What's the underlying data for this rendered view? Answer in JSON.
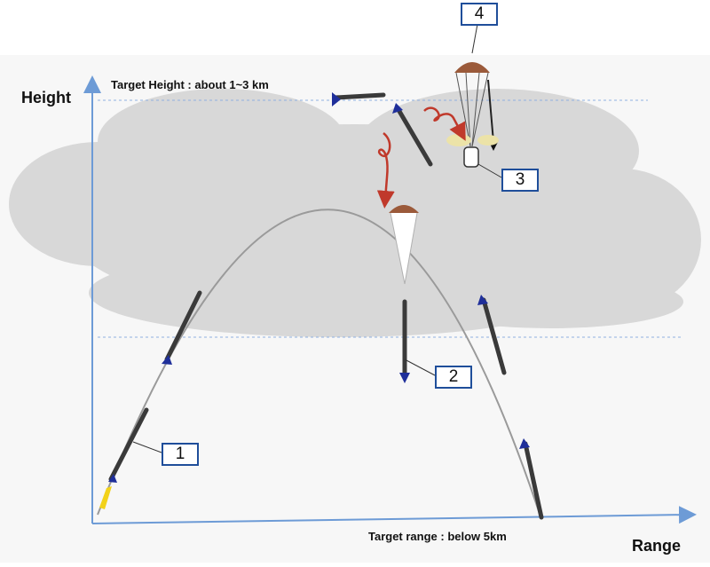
{
  "axes": {
    "y_label": "Height",
    "x_label": "Range"
  },
  "notes": {
    "target_height": "Target Height : about 1~3 km",
    "target_range": "Target range : below 5km"
  },
  "markers": [
    {
      "id": "1",
      "label": "1"
    },
    {
      "id": "2",
      "label": "2"
    },
    {
      "id": "3",
      "label": "3"
    },
    {
      "id": "4",
      "label": "4"
    }
  ],
  "colors": {
    "axis": "#6d9bd6",
    "cloud": "#d8d8d8",
    "trajectory": "#9a9a9a",
    "rocket_body": "#3a3a3a",
    "rocket_fin": "#1f2f9a",
    "parachute": "#9b5a3a",
    "arrow": "#c0392b",
    "label_box": "#1f4e9a",
    "flame": "#f2d21a"
  }
}
